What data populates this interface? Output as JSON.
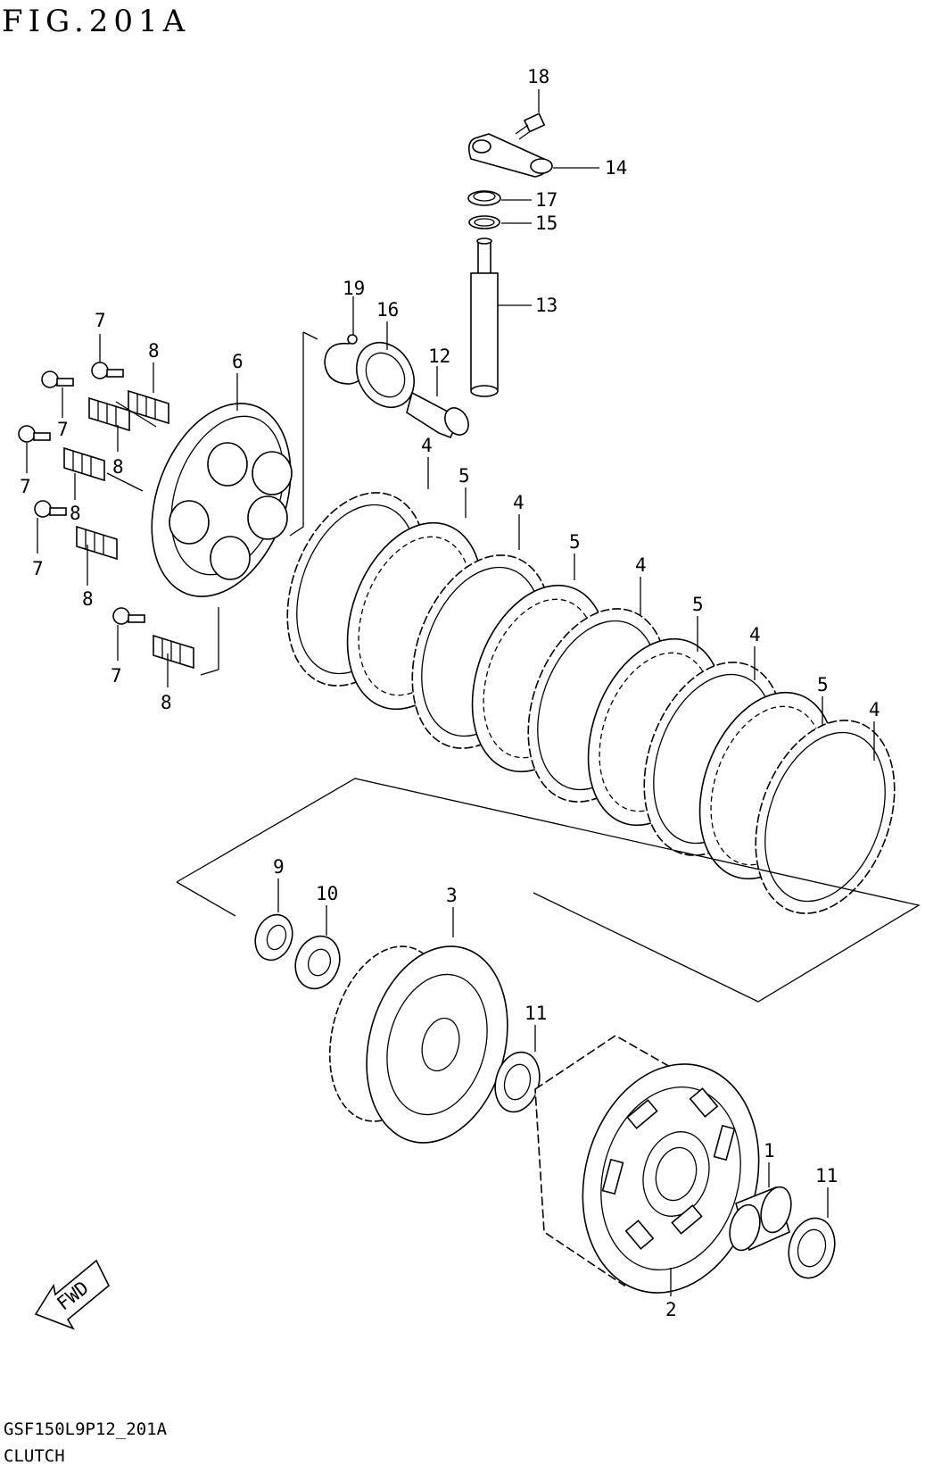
{
  "figure": {
    "title": "FIG.201A"
  },
  "footer": {
    "code": "GSF150L9P12_201A",
    "name": "CLUTCH"
  },
  "arrow": {
    "label": "FWD"
  },
  "callouts": [
    {
      "num": "18"
    },
    {
      "num": "14"
    },
    {
      "num": "17"
    },
    {
      "num": "15"
    },
    {
      "num": "13"
    },
    {
      "num": "19"
    },
    {
      "num": "16"
    },
    {
      "num": "12"
    },
    {
      "num": "7"
    },
    {
      "num": "8"
    },
    {
      "num": "6"
    },
    {
      "num": "7"
    },
    {
      "num": "8"
    },
    {
      "num": "7"
    },
    {
      "num": "8"
    },
    {
      "num": "7"
    },
    {
      "num": "8"
    },
    {
      "num": "7"
    },
    {
      "num": "8"
    },
    {
      "num": "4"
    },
    {
      "num": "5"
    },
    {
      "num": "4"
    },
    {
      "num": "5"
    },
    {
      "num": "4"
    },
    {
      "num": "5"
    },
    {
      "num": "4"
    },
    {
      "num": "5"
    },
    {
      "num": "4"
    },
    {
      "num": "9"
    },
    {
      "num": "10"
    },
    {
      "num": "3"
    },
    {
      "num": "11"
    },
    {
      "num": "1"
    },
    {
      "num": "11"
    },
    {
      "num": "2"
    }
  ]
}
